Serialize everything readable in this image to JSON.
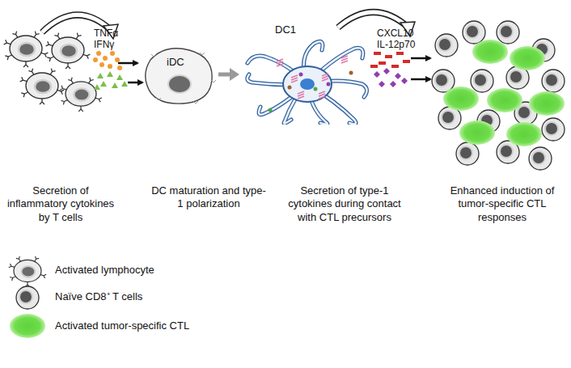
{
  "diagram": {
    "nodes": [
      {
        "text": [
          "iDC"
        ]
      },
      {
        "text": [
          "DC1"
        ]
      }
    ],
    "edges": [
      {
        "from": 0,
        "to": 1,
        "arrow": "to"
      }
    ],
    "labels": [
      "TNFα",
      "IFNγ",
      "CXCL10",
      "IL-12p70",
      "Secretion of inflammatory cytokines by T cells",
      "DC maturation and type-1 polarization",
      "Secretion of type-1 cytokines during contact with CTL precursors",
      "Enhanced induction of tumor-specific CTL responses"
    ],
    "legend": [
      {
        "text": "Activated lymphocyte"
      },
      {
        "text": "Naïve CD8⁺ T cells"
      },
      {
        "text": "Activated tumor-specific CTL"
      }
    ]
  }
}
